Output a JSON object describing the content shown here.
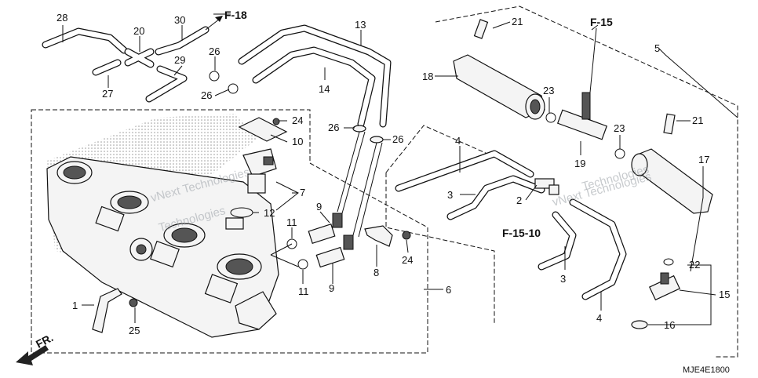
{
  "callouts": {
    "c1": "1",
    "c2": "2",
    "c3a": "3",
    "c3b": "3",
    "c4a": "4",
    "c4b": "4",
    "c5": "5",
    "c6": "6",
    "c7": "7",
    "c8": "8",
    "c9a": "9",
    "c9b": "9",
    "c10": "10",
    "c11a": "11",
    "c11b": "11",
    "c12": "12",
    "c13": "13",
    "c14": "14",
    "c15": "15",
    "c16": "16",
    "c17": "17",
    "c18": "18",
    "c19": "19",
    "c20": "20",
    "c21a": "21",
    "c21b": "21",
    "c22": "22",
    "c23a": "23",
    "c23b": "23",
    "c24a": "24",
    "c24b": "24",
    "c25": "25",
    "c26a": "26",
    "c26b": "26",
    "c26c": "26",
    "c26d": "26",
    "c27": "27",
    "c28": "28",
    "c29": "29",
    "c30": "30"
  },
  "references": {
    "f18": "F-18",
    "f15": "F-15",
    "f1510": "F-15-10"
  },
  "direction_label": "FR.",
  "diagram_code": "MJE4E1800",
  "watermark": {
    "line1": "vNext Technologies",
    "line2": "Technologies"
  }
}
